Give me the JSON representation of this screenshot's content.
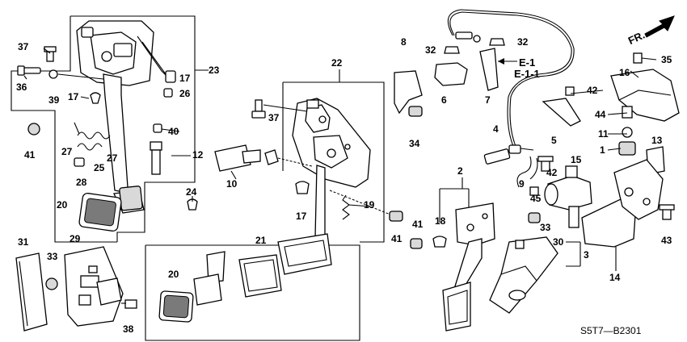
{
  "direction_marker": {
    "label": "FR."
  },
  "references": [
    "E-1",
    "E-1-1"
  ],
  "diagram_code": "S5T7—B2301",
  "callouts": [
    "37",
    "36",
    "39",
    "17",
    "41",
    "27",
    "25",
    "27",
    "28",
    "20",
    "31",
    "33",
    "29",
    "38",
    "23",
    "17",
    "26",
    "40",
    "12",
    "10",
    "24",
    "37",
    "22",
    "17",
    "19",
    "41",
    "41",
    "21",
    "20",
    "8",
    "32",
    "32",
    "6",
    "7",
    "34",
    "4",
    "9",
    "5",
    "42",
    "42",
    "2",
    "18",
    "15",
    "45",
    "33",
    "30",
    "3",
    "14",
    "16",
    "35",
    "44",
    "11",
    "1",
    "13",
    "43"
  ]
}
